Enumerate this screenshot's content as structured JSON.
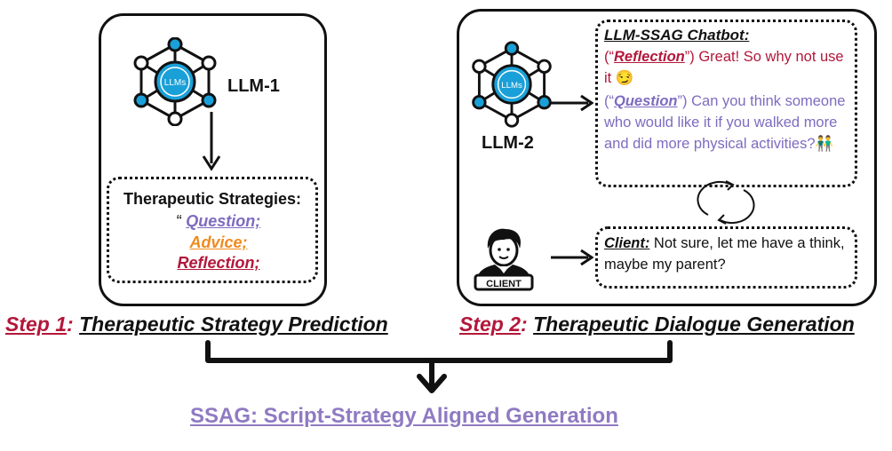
{
  "colors": {
    "reflection": "#b3173a",
    "question": "#7e6bc0",
    "advice": "#ef8a1e",
    "llm_node": "#1aa0d8",
    "icon_line": "#111111",
    "ssag": "#8f7ac2"
  },
  "icons": {
    "llm_hub": "llm-network-hub-icon",
    "client": "client-person-icon",
    "cycle": "cycle-arrows-icon"
  },
  "step1": {
    "hub_label": "LLMs",
    "model_label": "LLM-1",
    "strategies_title": "Therapeutic Strategies:",
    "quote_mark": "“",
    "strategies": [
      {
        "label": "Question;",
        "color": "question"
      },
      {
        "label": "Advice;",
        "color": "advice"
      },
      {
        "label": "Reflection;",
        "color": "reflection"
      }
    ],
    "caption_step": "Step 1",
    "caption_colon": ":",
    "caption_title": "Therapeutic Strategy Prediction"
  },
  "step2": {
    "hub_label": "LLMs",
    "model_label": "LLM-2",
    "chatbot_title": "LLM-SSAG Chatbot:",
    "reflection_open": "(“",
    "reflection_label": "Reflection",
    "reflection_close": "”)",
    "reflection_text": " Great! So why not use it 😏",
    "question_open": "(“",
    "question_label": "Question",
    "question_close": "”)",
    "question_text": " Can you think someone who would like it if you walked more and did more physical activities?👬",
    "client_badge": "CLIENT",
    "client_title": "Client:",
    "client_text": " Not sure, let me have a think, maybe my parent?",
    "caption_step": "Step 2",
    "caption_colon": ":",
    "caption_title": "Therapeutic Dialogue Generation"
  },
  "footer": {
    "title": "SSAG: Script-Strategy Aligned Generation"
  }
}
